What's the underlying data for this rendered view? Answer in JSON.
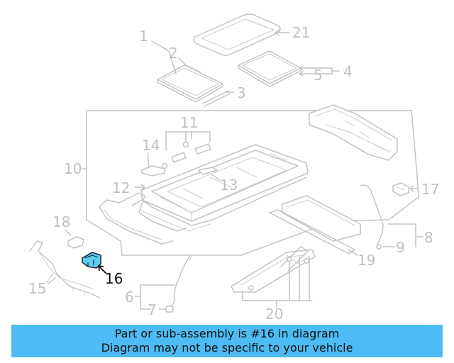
{
  "diagram": {
    "highlighted_part": "16",
    "highlight_color": "#5ecff2",
    "callouts": {
      "c1": "1",
      "c2": "2",
      "c3": "3",
      "c4": "4",
      "c5": "5",
      "c6": "6",
      "c7": "7",
      "c8": "8",
      "c9": "9",
      "c10": "10",
      "c11": "11",
      "c12": "12",
      "c13": "13",
      "c14": "14",
      "c15": "15",
      "c16": "16",
      "c17": "17",
      "c18": "18",
      "c19": "19",
      "c20": "20",
      "c21": "21"
    }
  },
  "banner": {
    "line1": "Part or sub-assembly is #16 in diagram",
    "line2": "Diagram may not be specific to your vehicle",
    "background": "#4dbbf4"
  }
}
